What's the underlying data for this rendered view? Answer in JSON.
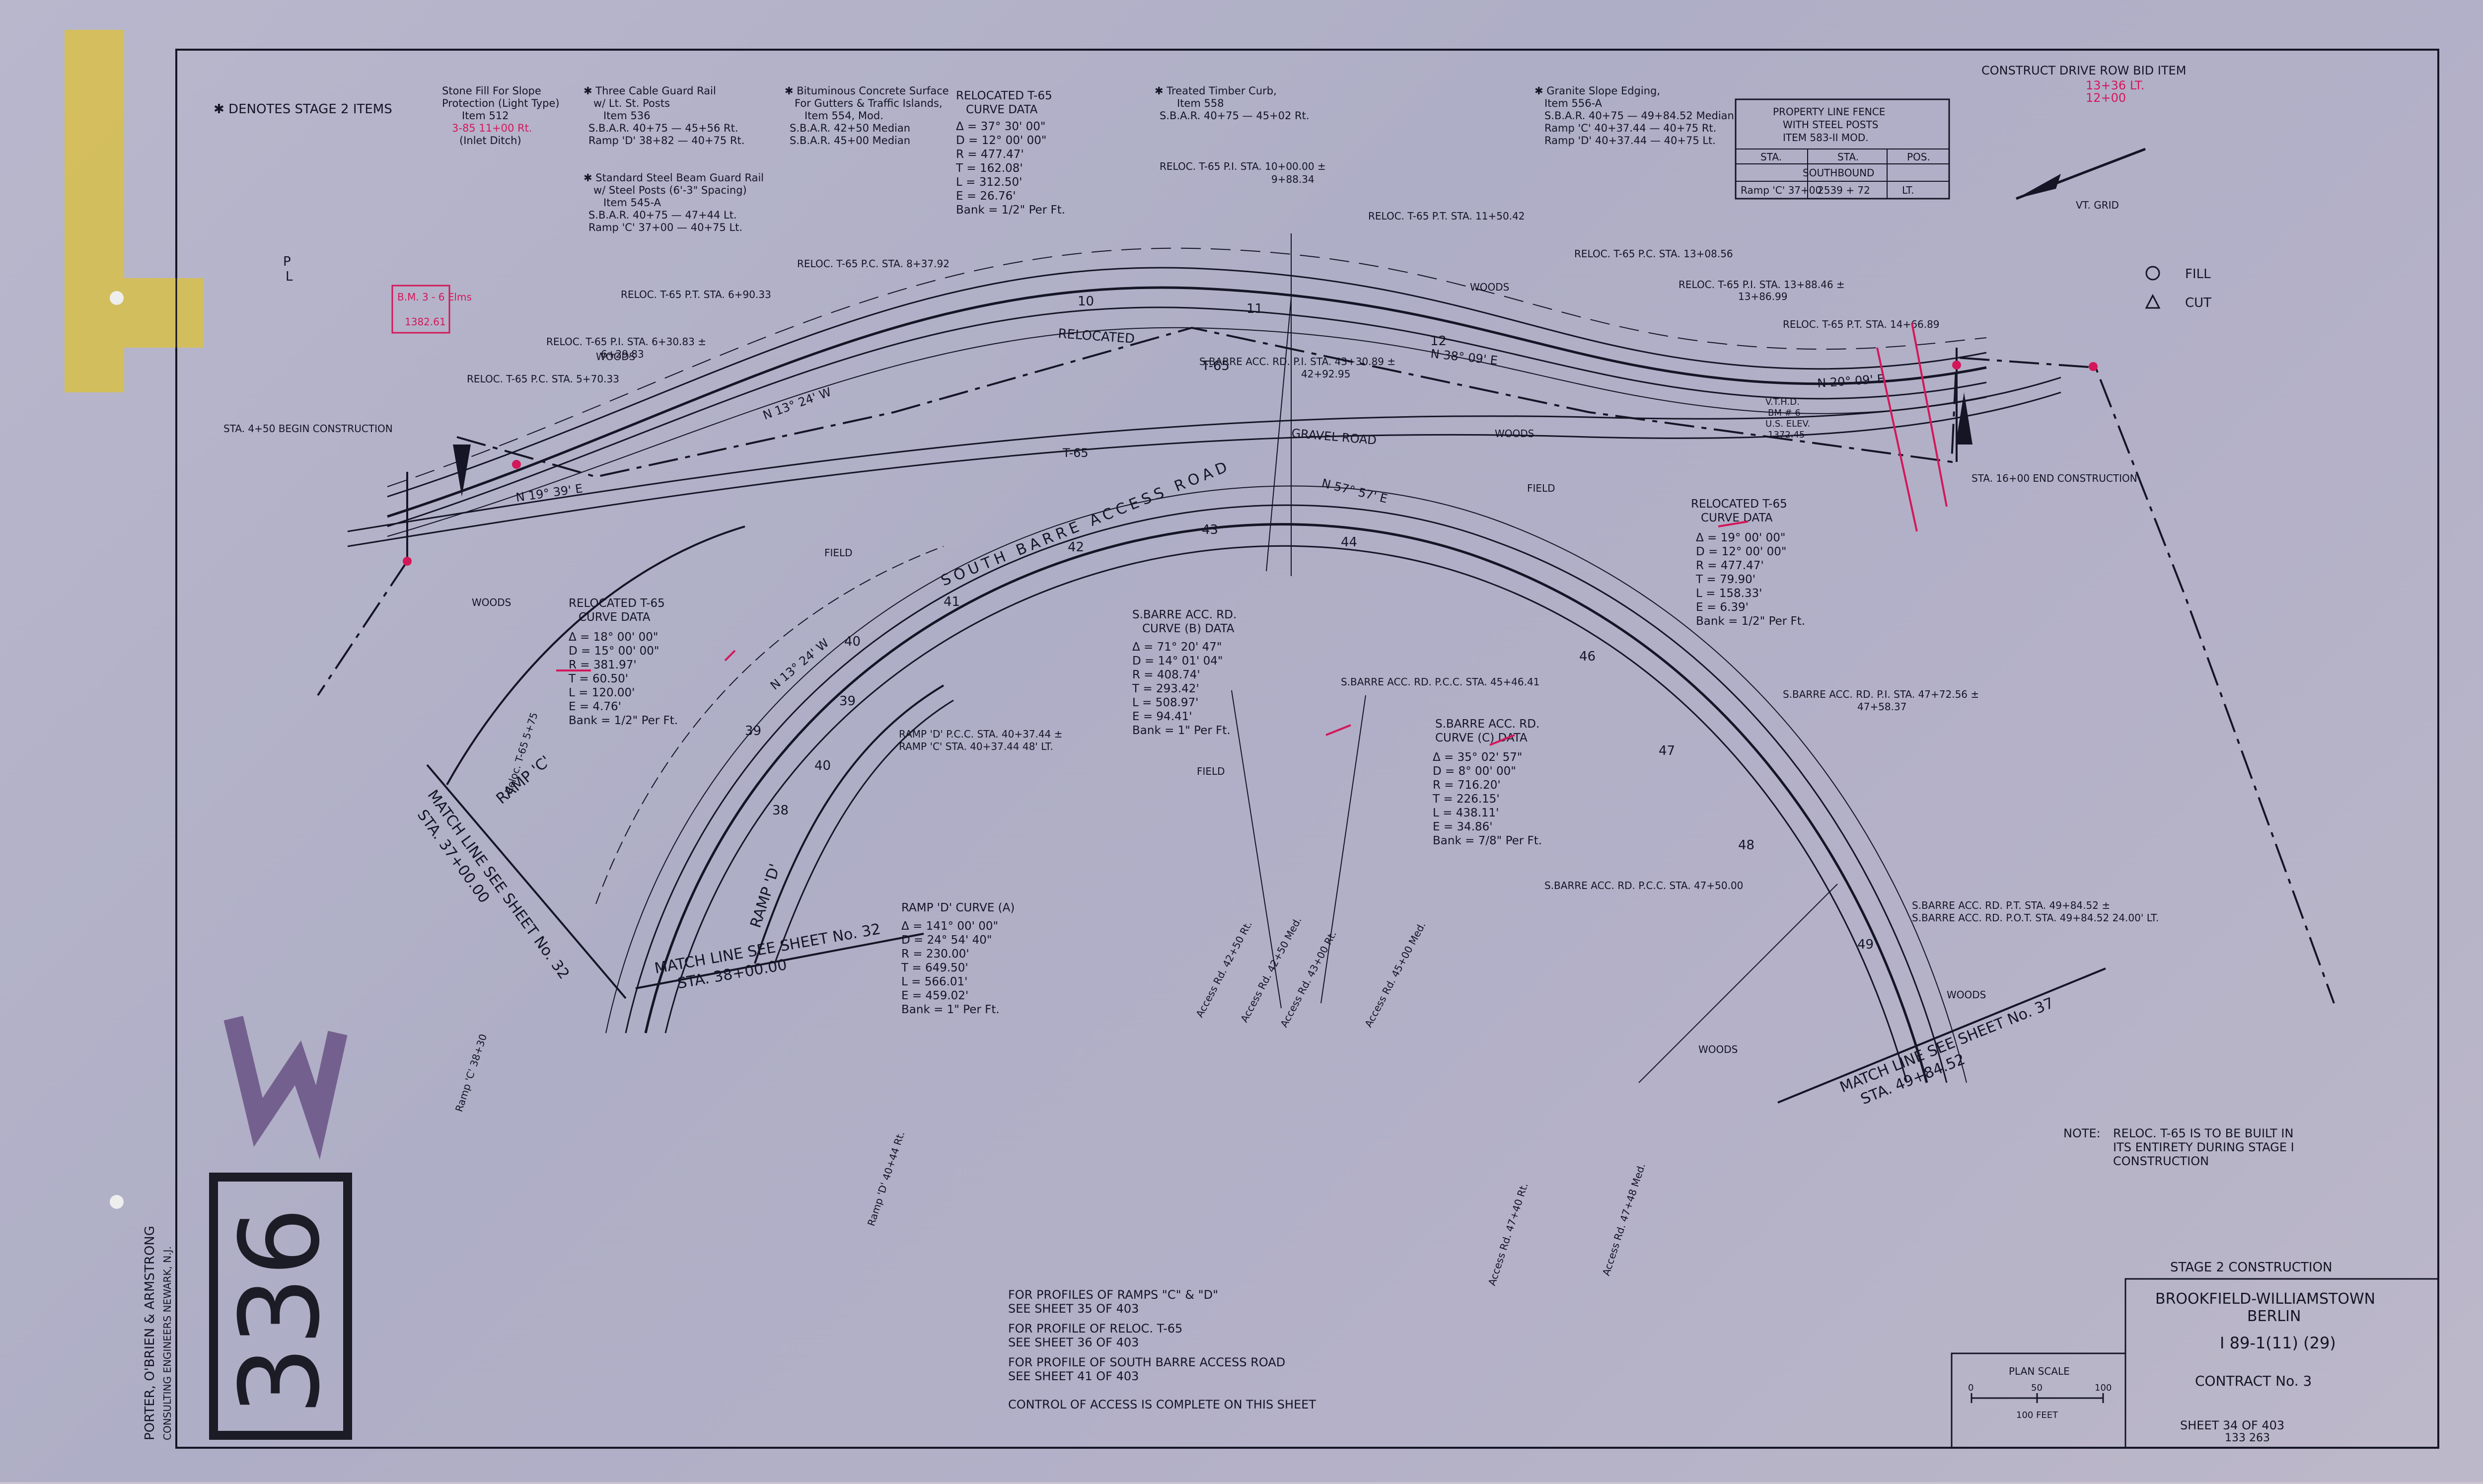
{
  "legend": {
    "stage2": "✱ DENOTES STAGE 2 ITEMS",
    "fill": "FILL",
    "cut": "CUT"
  },
  "top_right": {
    "note": "CONSTRUCT DRIVE ROW BID ITEM",
    "stations": "13+36 LT.",
    "stations2": "12+00"
  },
  "items": [
    {
      "t1": "Stone Fill For Slope",
      "t2": "Protection (Light Type)",
      "t3": "Item 512",
      "t4": "3-85 11+00 Rt.",
      "t5": "(Inlet Ditch)"
    },
    {
      "t1": "✱ Three Cable Guard Rail",
      "t2": "w/ Lt. St. Posts",
      "t3": "Item 536",
      "t4": "S.B.A.R. 40+75 — 45+56 Rt.",
      "t5": "Ramp 'D' 38+82 — 40+75 Rt."
    },
    {
      "t1": "✱ Standard Steel Beam Guard Rail",
      "t2": "w/ Steel Posts (6'-3\" Spacing)",
      "t3": "Item 545-A",
      "t4": "S.B.A.R. 40+75 — 47+44 Lt.",
      "t5": "Ramp 'C' 37+00 — 40+75 Lt."
    },
    {
      "t1": "✱ Bituminous Concrete Surface",
      "t2": "For Gutters & Traffic Islands,",
      "t3": "Item 554, Mod.",
      "t4": "S.B.A.R. 42+50 Median",
      "t5": "S.B.A.R. 45+00 Median"
    },
    {
      "t1": "✱ Treated Timber Curb,",
      "t2": "Item 558",
      "t3": "S.B.A.R. 40+75 — 45+02 Rt.",
      "t4": "",
      "t5": ""
    },
    {
      "t1": "✱ Granite Slope Edging,",
      "t2": "Item 556-A",
      "t3": "S.B.A.R. 40+75 — 49+84.52 Median",
      "t4": "Ramp 'C' 40+37.44 — 40+75 Rt.",
      "t5": "Ramp 'D' 40+37.44 — 40+75 Lt."
    }
  ],
  "fence": {
    "title1": "PROPERTY LINE FENCE",
    "title2": "WITH STEEL POSTS",
    "title3": "ITEM 583-II MOD.",
    "h1": "STA.",
    "h2": "STA.",
    "h3": "POS.",
    "dir": "SOUTHBOUND",
    "r1": "Ramp 'C' 37+00",
    "r2": "2539 + 72",
    "r3": "LT."
  },
  "curves": [
    {
      "title": "RELOCATED T-65",
      "sub": "CURVE DATA",
      "delta": "Δ = 37° 30' 00\"",
      "d": "D = 12° 00' 00\"",
      "r": "R = 477.47'",
      "t": "T = 162.08'",
      "l": "L = 312.50'",
      "e": "E = 26.76'",
      "bank": "Bank = 1/2\" Per Ft."
    },
    {
      "title": "RELOCATED T-65",
      "sub": "CURVE DATA",
      "delta": "Δ = 18° 00' 00\"",
      "d": "D = 15° 00' 00\"",
      "r": "R = 381.97'",
      "t": "T = 60.50'",
      "l": "L = 120.00'",
      "e": "E = 4.76'",
      "bank": "Bank = 1/2\" Per Ft."
    },
    {
      "title": "RELOCATED T-65",
      "sub": "CURVE DATA",
      "delta": "Δ = 19° 00' 00\"",
      "d": "D = 12° 00' 00\"",
      "r": "R = 477.47'",
      "t": "T = 79.90'",
      "l": "L = 158.33'",
      "e": "E = 6.39'",
      "bank": "Bank = 1/2\" Per Ft."
    },
    {
      "title": "S.BARRE ACC. RD.",
      "sub": "CURVE (B) DATA",
      "delta": "Δ = 71° 20' 47\"",
      "d": "D = 14° 01' 04\"",
      "r": "R = 408.74'",
      "t": "T = 293.42'",
      "l": "L = 508.97'",
      "e": "E = 94.41'",
      "bank": "Bank = 1\" Per Ft."
    },
    {
      "title": "S.BARRE ACC. RD.",
      "sub": "CURVE (C) DATA",
      "delta": "Δ = 35° 02' 57\"",
      "d": "D = 8° 00' 00\"",
      "r": "R = 716.20'",
      "t": "T = 226.15'",
      "l": "L = 438.11'",
      "e": "E = 34.86'",
      "bank": "Bank = 7/8\" Per Ft."
    },
    {
      "title": "RAMP 'D' CURVE (A)",
      "sub": "",
      "delta": "Δ = 141° 00' 00\"",
      "d": "D = 24° 54' 40\"",
      "r": "R = 230.00'",
      "t": "T = 649.50'",
      "l": "L = 566.01'",
      "e": "E = 459.02'",
      "bank": "Bank = 1\" Per Ft."
    }
  ],
  "labels": {
    "begin": "STA. 4+50 BEGIN CONSTRUCTION",
    "end": "STA. 16+00 END CONSTRUCTION",
    "pc5": "RELOC. T-65 P.C. STA. 5+70.33",
    "pi6": "RELOC. T-65 P.I. STA. 6+30.83 ±",
    "pi6b": "6+29.83",
    "pt6": "RELOC. T-65 P.T. STA. 6+90.33",
    "pc8": "RELOC. T-65 P.C. STA. 8+37.92",
    "pi10": "RELOC. T-65 P.I. STA. 10+00.00 ±",
    "pi10b": "9+88.34",
    "pt11": "RELOC. T-65 P.T. STA. 11+50.42",
    "pc13": "RELOC. T-65 P.C. STA. 13+08.56",
    "pi13": "RELOC. T-65 P.I. STA. 13+88.46 ±",
    "pi13b": "13+86.99",
    "pt14": "RELOC. T-65 P.T. STA. 14+66.89",
    "sbarr43": "S.BARRE ACC. RD. P.I. STA. 43+30.89 ±",
    "sbarr43b": "42+92.95",
    "sbarr45": "S.BARRE ACC. RD. P.C.C. STA. 45+46.41",
    "sbarr47": "S.BARRE ACC. RD. P.C.C. STA. 47+50.00",
    "sbarr47i": "S.BARRE ACC. RD. P.I. STA. 47+72.56 ±",
    "sbarr47ib": "47+58.37",
    "sbarr49": "S.BARRE ACC. RD. P.T. STA. 49+84.52 ±",
    "sbarr49b": "S.BARRE ACC. RD. P.O.T. STA. 49+84.52  24.00' LT.",
    "rampD": "RAMP 'D' P.C.C. STA. 40+37.44 ±",
    "rampDb": "RAMP 'C' STA. 40+37.44  48' LT.",
    "match32a": "MATCH LINE SEE SHEET No. 32",
    "match32a_sta": "STA. 37+00.00",
    "match32b": "MATCH LINE SEE SHEET No. 32",
    "match32b_sta": "STA. 38+00.00",
    "match37": "MATCH LINE SEE SHEET No. 37",
    "match37_sta": "STA. 49+84.52",
    "road": "SOUTH  BARRE  ACCESS  ROAD",
    "rampC": "RAMP 'C'",
    "rampDlbl": "RAMP 'D'",
    "relocated": "RELOCATED",
    "t65": "T-65",
    "t65b": "T-65",
    "gravel": "GRAVEL  ROAD",
    "woods1": "WOODS",
    "woods2": "WOODS",
    "woods3": "WOODS",
    "woods4": "WOODS",
    "woods5": "WOODS",
    "woods6": "WOODS",
    "field1": "FIELD",
    "field2": "FIELD",
    "field3": "FIELD",
    "bearing1": "N 19° 39' E",
    "bearing2": "N 38° 09' E",
    "bearing3": "N 20° 09' E",
    "bearing4": "N 57° 57' E",
    "bearing5": "N 13° 24' W",
    "bearing6": "N 13° 24' W",
    "vt": "V.T.H.D.",
    "bm": "BM # 6",
    "usgs": "U.S. ELEV.",
    "elev": "1372.45",
    "bn": "B.M. 3 - 6 Elms",
    "bn2": "1382.61",
    "pl1": "P",
    "pl2": "L",
    "vtgrid": "VT. GRID"
  },
  "note": {
    "head": "NOTE:",
    "l1": "RELOC. T-65 IS TO BE BUILT IN",
    "l2": "ITS ENTIRETY DURING STAGE I",
    "l3": "CONSTRUCTION"
  },
  "profiles": {
    "l1": "FOR PROFILES OF RAMPS \"C\" & \"D\"",
    "l2": "SEE SHEET  35  OF 403",
    "l3": "FOR PROFILE OF RELOC. T-65",
    "l4": "SEE SHEET  36  OF 403",
    "l5": "FOR PROFILE OF SOUTH BARRE ACCESS ROAD",
    "l6": "SEE SHEET  41  OF 403",
    "l7": "CONTROL OF ACCESS IS COMPLETE ON THIS SHEET"
  },
  "title_block": {
    "stage": "STAGE  2  CONSTRUCTION",
    "project": "BROOKFIELD-WILLIAMSTOWN",
    "town": "BERLIN",
    "route": "I 89-1(11) (29)",
    "contract": "CONTRACT  No. 3",
    "scale_title": "PLAN SCALE",
    "s0": "0",
    "s50": "50",
    "s100": "100",
    "scale_unit": "100 FEET",
    "sheet": "SHEET  34  OF  403",
    "sheet2": "133        263"
  },
  "firm": {
    "l1": "PORTER, O'BRIEN & ARMSTRONG",
    "l2": "CONSULTING ENGINEERS  NEWARK, N.J."
  },
  "stamp": "336",
  "stations": [
    "10",
    "11",
    "12",
    "39",
    "40",
    "41",
    "42",
    "43",
    "44",
    "46",
    "47",
    "48",
    "49",
    "38",
    "39",
    "40"
  ],
  "colors": {
    "ink": "#141525",
    "red": "#d4175a",
    "paper": "#b4b2c9",
    "tape": "#d8c04a"
  }
}
